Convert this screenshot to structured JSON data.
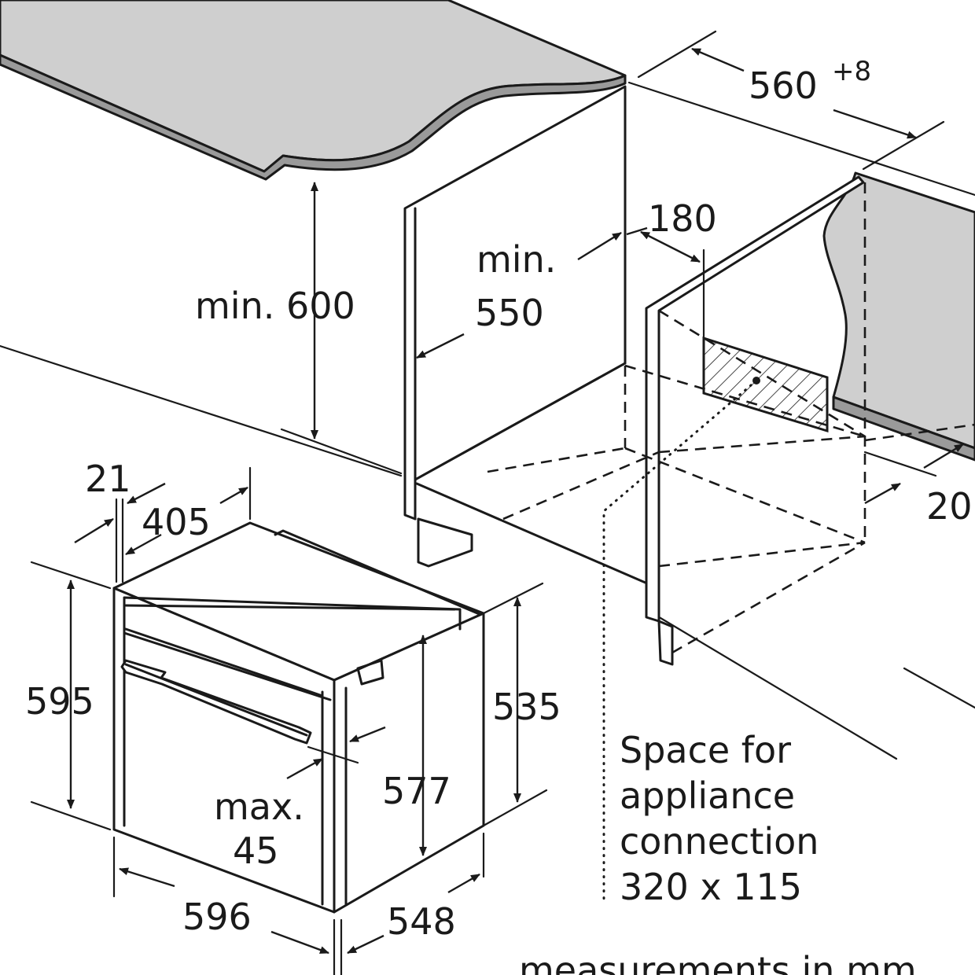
{
  "dimensions": {
    "width_niche": "560",
    "width_niche_tol": "+8",
    "min_600": "min. 600",
    "min_label": "min.",
    "min_550": "550",
    "d180": "180",
    "d20": "20",
    "d21": "21",
    "d405": "405",
    "d595": "595",
    "d535": "535",
    "d577": "577",
    "max_label": "max.",
    "max_45": "45",
    "d596": "596",
    "d548": "548"
  },
  "connection_note": {
    "line1": "Space for",
    "line2": "appliance",
    "line3": "connection",
    "line4": "320 x 115"
  },
  "footer": {
    "units": "measurements in mm"
  },
  "colors": {
    "countertop": "#cfcfcf",
    "countertop_edge": "#9a9a9a",
    "line": "#1a1a1a"
  }
}
